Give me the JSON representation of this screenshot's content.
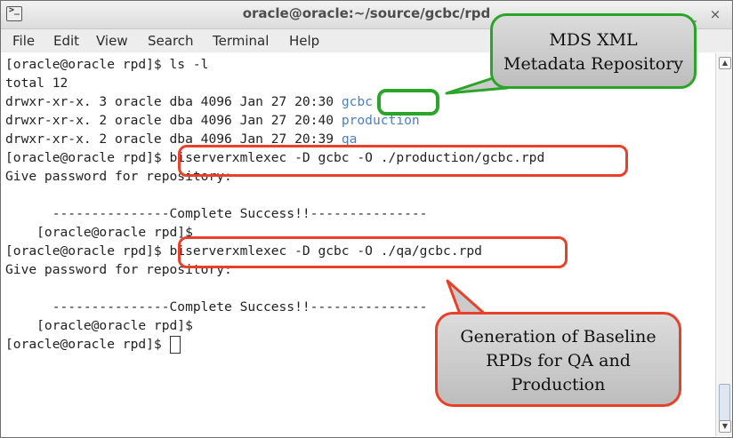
{
  "window": {
    "title": "oracle@oracle:~/source/gcbc/rpd",
    "icon": "terminal-icon",
    "minimize_glyph": "_",
    "close_glyph": "×"
  },
  "menu": {
    "items": [
      {
        "label": "File"
      },
      {
        "label": "Edit"
      },
      {
        "label": "View"
      },
      {
        "label": "Search"
      },
      {
        "label": "Terminal"
      },
      {
        "label": "Help"
      }
    ]
  },
  "terminal": {
    "line1": "[oracle@oracle rpd]$ ls -l",
    "line2": "total 12",
    "line3_prefix": "drwxr-xr-x. 3 oracle dba 4096 Jan 27 20:30 ",
    "line3_name": "gcbc",
    "line4_prefix": "drwxr-xr-x. 2 oracle dba 4096 Jan 27 20:40 ",
    "line4_name": "production",
    "line5_prefix": "drwxr-xr-x. 2 oracle dba 4096 Jan 27 20:39 ",
    "line5_name": "qa",
    "line6_prompt": "[oracle@oracle rpd]$ ",
    "line6_cmd": "biserverxmlexec -D gcbc -O ./production/gcbc.rpd",
    "line7": "Give password for repository:",
    "line8": "",
    "line9": "      ---------------Complete Success!!---------------",
    "line10": "    [oracle@oracle rpd]$",
    "line11_prompt": "[oracle@oracle rpd]$ ",
    "line11_cmd": "biserverxmlexec -D gcbc -O ./qa/gcbc.rpd",
    "line12": "Give password for repository:",
    "line13": "",
    "line14": "      ---------------Complete Success!!---------------",
    "line15": "    [oracle@oracle rpd]$",
    "line16_prompt": "[oracle@oracle rpd]$ "
  },
  "callouts": {
    "mds": {
      "line1": "MDS XML",
      "line2": "Metadata Repository"
    },
    "baseline": {
      "line1": "Generation of Baseline",
      "line2": "RPDs for QA and",
      "line3": "Production"
    }
  },
  "colors": {
    "highlight_red": "#e8412a",
    "highlight_green": "#2aa52a",
    "directory_blue": "#4a7fc4"
  }
}
